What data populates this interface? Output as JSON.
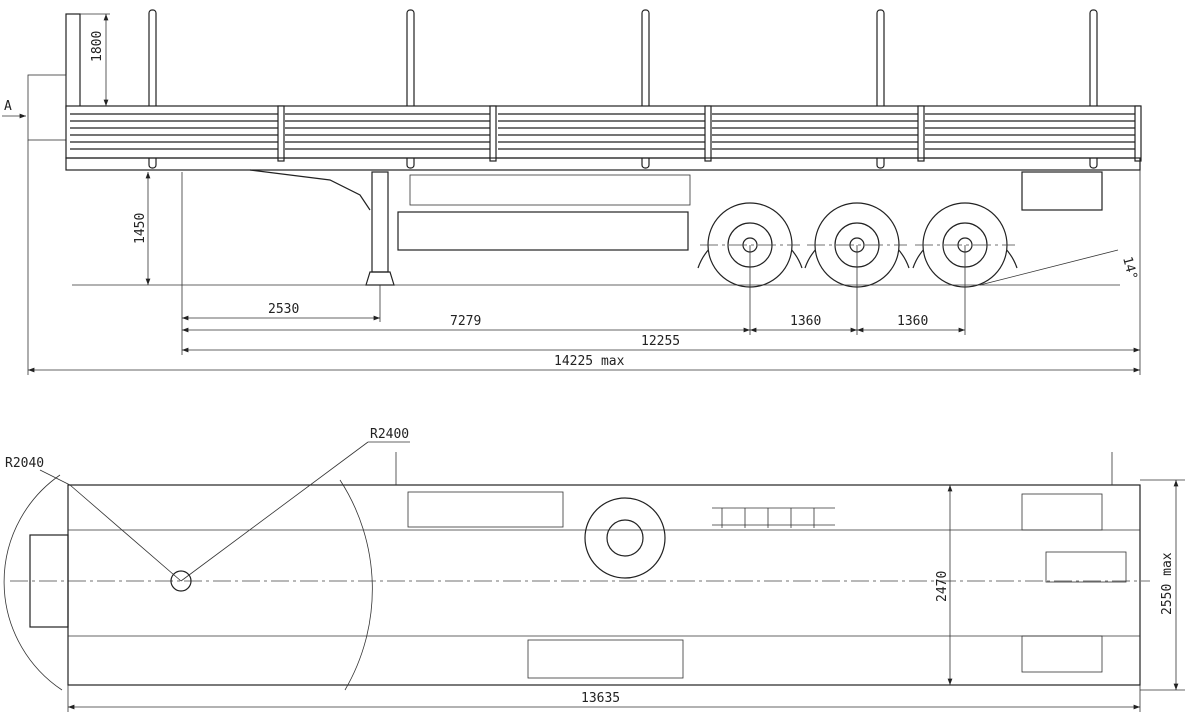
{
  "side_view": {
    "view_marker": "A",
    "dims": {
      "headboard_height": "1800",
      "deck_height": "1450",
      "kingpin_to_landing_gear": "2530",
      "kingpin_to_first_axle": "7279",
      "axle_spacing_1": "1360",
      "axle_spacing_2": "1360",
      "kingpin_to_rear": "12255",
      "overall_length": "14225 max",
      "departure_angle": "14°"
    }
  },
  "top_view": {
    "dims": {
      "front_swing_radius": "R2040",
      "kingpin_swing_radius": "R2400",
      "inner_width": "2470",
      "overall_width": "2550 max",
      "platform_length": "13635"
    }
  },
  "colors": {
    "line": "#222222",
    "background": "#ffffff"
  }
}
